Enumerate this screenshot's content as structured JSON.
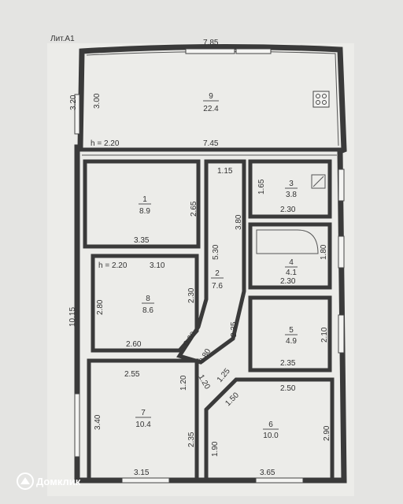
{
  "plan": {
    "liter": "Лит.А1",
    "rooms": [
      {
        "id": "9",
        "number": "9",
        "area": "22.4"
      },
      {
        "id": "1",
        "number": "1",
        "area": "8.9"
      },
      {
        "id": "2",
        "number": "2",
        "area": "7.6"
      },
      {
        "id": "3",
        "number": "3",
        "area": "3.8"
      },
      {
        "id": "4",
        "number": "4",
        "area": "4.1"
      },
      {
        "id": "5",
        "number": "5",
        "area": "4.9"
      },
      {
        "id": "6",
        "number": "6",
        "area": "10.0"
      },
      {
        "id": "7",
        "number": "7",
        "area": "10.4"
      },
      {
        "id": "8",
        "number": "8",
        "area": "8.6"
      }
    ],
    "dimensions": {
      "top_width": "7.85",
      "outer_left_top": "3.20",
      "room9_height": "3.00",
      "ceiling_h_top": "h = 2.20",
      "mid_width": "7.45",
      "r1_height": "2.65",
      "r1_width": "3.35",
      "corridor_top": "1.15",
      "corridor_len": "5.30",
      "r3_left": "1.65",
      "r3_width": "2.30",
      "r3_right": "3.80",
      "r4_height": "1.80",
      "r4_width": "2.30",
      "ceiling_h_r8": "h = 2.20",
      "r8_top": "3.10",
      "r8_left": "2.80",
      "r8_right": "2.30",
      "r8_width": "2.60",
      "r8_chamfer": "0.60",
      "outer_left": "10.15",
      "r5_left": "2.35",
      "r5_right": "2.10",
      "r5_width": "2.35",
      "hall_080": "0.80",
      "hall_120a": "1.20",
      "hall_120b": "1.20",
      "hall_125": "1.25",
      "hall_150": "1.50",
      "r7_top": "2.55",
      "r7_left": "3.40",
      "r7_right": "2.35",
      "r7_width": "3.15",
      "r6_top": "2.50",
      "r6_left": "1.90",
      "r6_right": "2.90",
      "r6_width": "3.65"
    }
  },
  "watermark": {
    "brand": "Домклик"
  }
}
